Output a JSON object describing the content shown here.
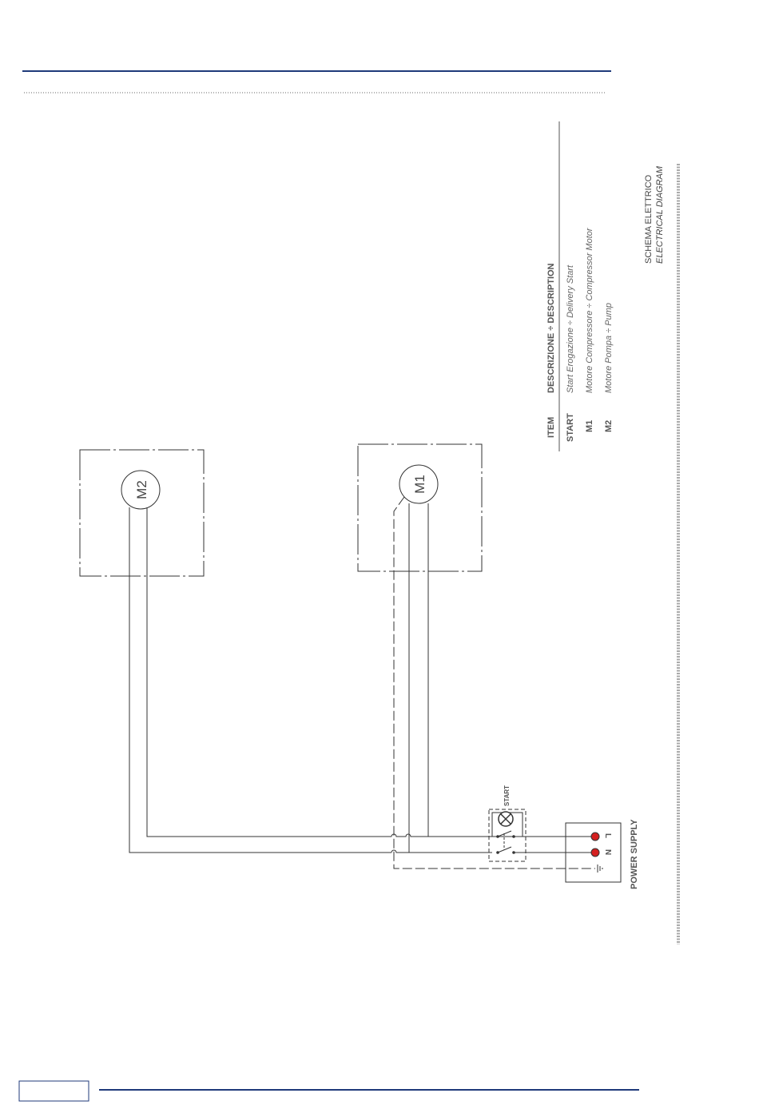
{
  "colors": {
    "accent": "#1f3a7a",
    "wire": "#333333",
    "text": "#555555",
    "terminal": "#d42020"
  },
  "title": {
    "line1": "SCHEMA ELETTRICO",
    "line2": "ELECTRICAL DIAGRAM"
  },
  "legend": {
    "col_item": "ITEM",
    "col_desc": "DESCRIZIONE ÷ DESCRIPTION",
    "rows": [
      {
        "item": "START",
        "desc": "Start Erogazione ÷ Delivery Start"
      },
      {
        "item": "M1",
        "desc": "Motore Compressore ÷ Compressor Motor"
      },
      {
        "item": "M2",
        "desc": "Motore Pompa ÷  Pump"
      }
    ]
  },
  "diagram": {
    "motor_m1": "M1",
    "motor_m2": "M2",
    "switch_label": "START",
    "terminal_l": "L",
    "terminal_n": "N",
    "power_supply": "POWER SUPPLY"
  },
  "footer": {
    "page_number": ""
  }
}
